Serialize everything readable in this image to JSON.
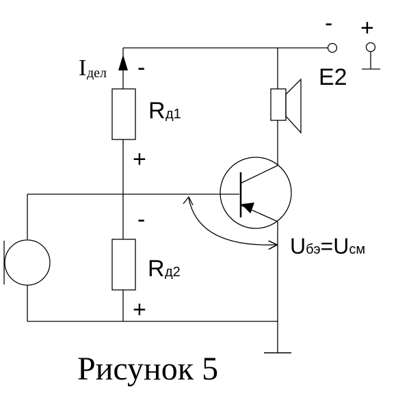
{
  "labels": {
    "e2_minus": "-",
    "e2_plus": "+",
    "e2": "E2",
    "i_main": "I",
    "i_sub": "дел",
    "rd1_minus": "-",
    "rd1_main": "R",
    "rd1_sub": "д1",
    "rd1_plus": "+",
    "rd2_minus": "-",
    "rd2_main": "R",
    "rd2_sub": "д2",
    "rd2_plus": "+",
    "ube_u1": "U",
    "ube_sub1": "бэ",
    "ube_eq": "=U",
    "ube_sub2": "см",
    "caption": "Рисунок 5"
  },
  "colors": {
    "stroke": "#000000",
    "background": "#ffffff"
  }
}
